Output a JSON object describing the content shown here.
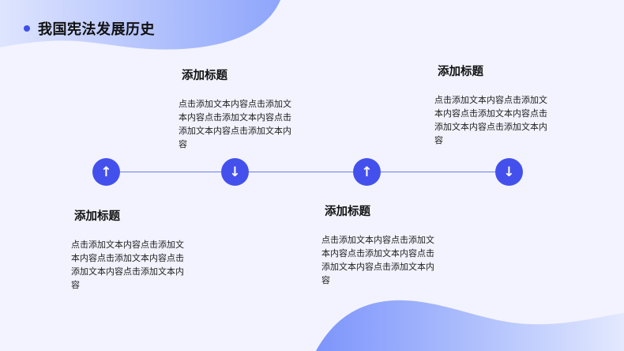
{
  "page": {
    "title": "我国宪法发展历史"
  },
  "colors": {
    "background": "#f2f3fe",
    "accent": "#4450ec",
    "line": "#6d7af0",
    "blob_light": "#b9c8fd",
    "blob_dark": "#7d95fb"
  },
  "timeline": {
    "nodes": [
      {
        "icon": "arrow-up-icon",
        "glyph": "↑"
      },
      {
        "icon": "arrow-down-icon",
        "glyph": "↓"
      },
      {
        "icon": "arrow-up-icon",
        "glyph": "↑"
      },
      {
        "icon": "arrow-down-icon",
        "glyph": "↓"
      }
    ]
  },
  "blocks": [
    {
      "title": "添加标题",
      "body": "点击添加文本内容点击添加文本内容点击添加文本内容点击添加文本内容点击添加文本内容"
    },
    {
      "title": "添加标题",
      "body": "点击添加文本内容点击添加文本内容点击添加文本内容点击添加文本内容点击添加文本内容"
    },
    {
      "title": "添加标题",
      "body": "点击添加文本内容点击添加文本内容点击添加文本内容点击添加文本内容点击添加文本内容"
    },
    {
      "title": "添加标题",
      "body": "点击添加文本内容点击添加文本内容点击添加文本内容点击添加文本内容点击添加文本内容"
    }
  ]
}
